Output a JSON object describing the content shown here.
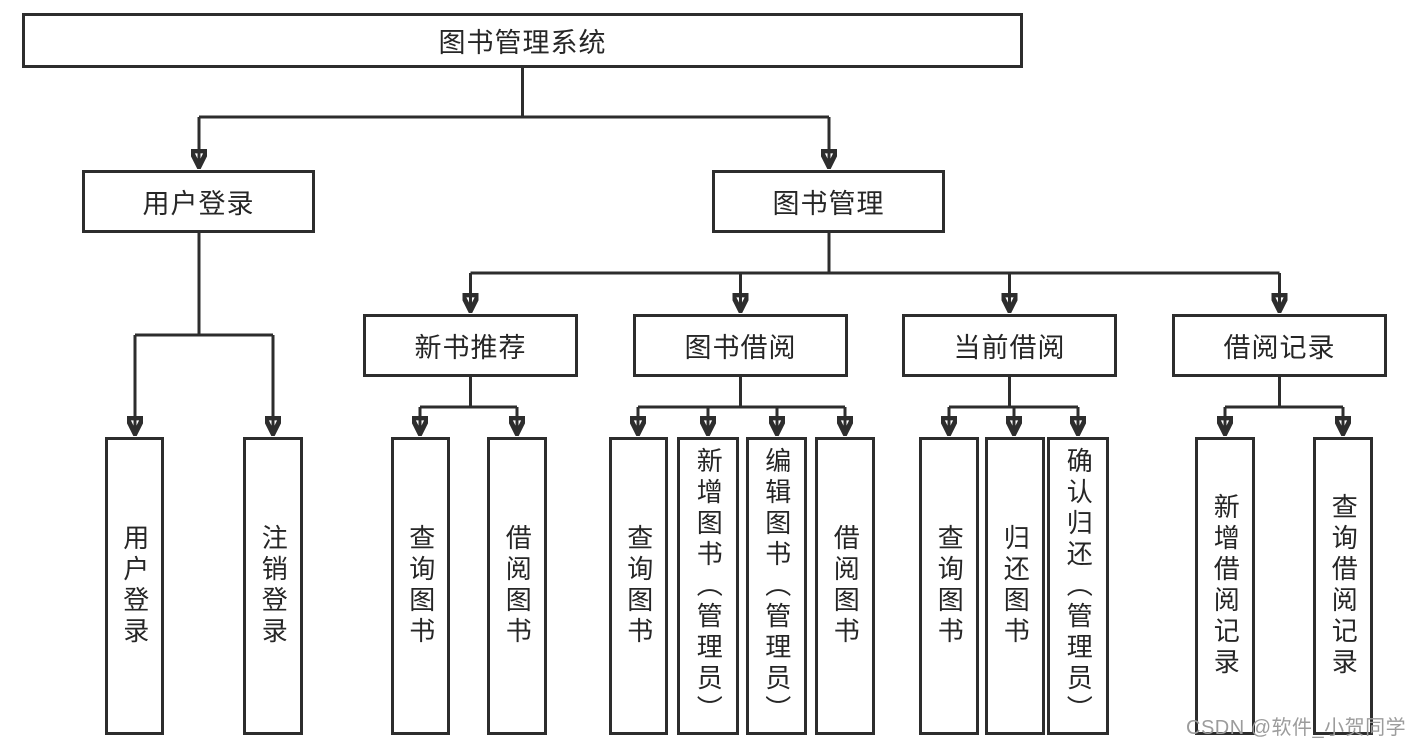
{
  "colors": {
    "line": "#2d2d2d",
    "box_border": "#2d2d2d",
    "text": "#262626",
    "watermark": "#9c9c9c",
    "background": "#ffffff"
  },
  "tree": {
    "root": "图书管理系统",
    "branches": [
      {
        "label": "用户登录",
        "children": [
          "用户登录",
          "注销登录"
        ]
      },
      {
        "label": "图书管理",
        "groups": [
          {
            "label": "新书推荐",
            "children": [
              "查询图书",
              "借阅图书"
            ]
          },
          {
            "label": "图书借阅",
            "children": [
              "查询图书",
              "新增图书（管理员）",
              "编辑图书（管理员）",
              "借阅图书"
            ]
          },
          {
            "label": "当前借阅",
            "children": [
              "查询图书",
              "归还图书",
              "确认归还（管理员）"
            ]
          },
          {
            "label": "借阅记录",
            "children": [
              "新增借阅记录",
              "查询借阅记录"
            ]
          }
        ]
      }
    ]
  },
  "watermark": "CSDN @软件_小贺同学"
}
